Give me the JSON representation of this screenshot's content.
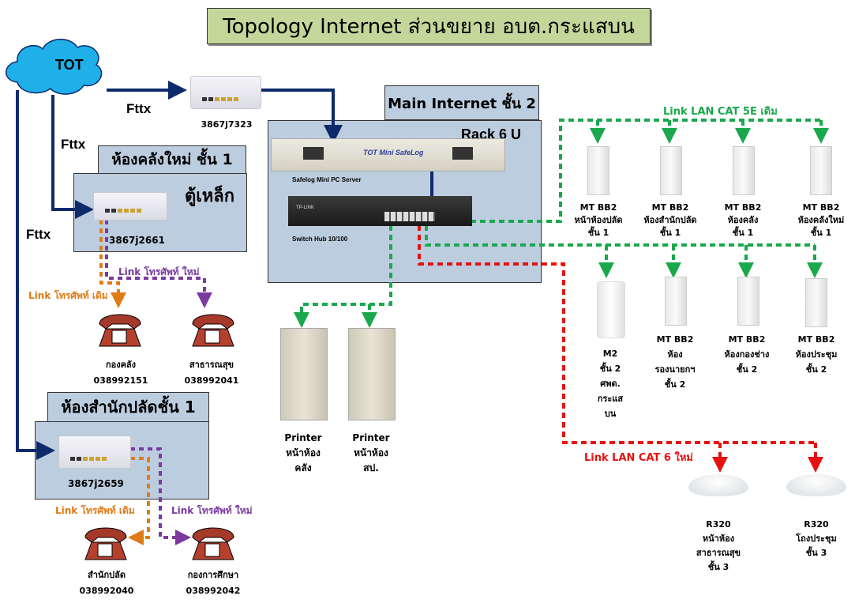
{
  "title": "Topology Internet ส่วนขยาย อบต.กระแสบน",
  "colors": {
    "title_bg": "#c4d79b",
    "zone_bg": "#bdcde0",
    "fiber_line": "#0d2a6b",
    "cat5e_line": "#1aa84c",
    "cat6_line": "#e81010",
    "phone_old": "#e07b16",
    "phone_new": "#7a3aa0",
    "cloud": "#1fb0ea"
  },
  "cloud": {
    "label": "TOT"
  },
  "fiber_labels": [
    "Fttx",
    "Fttx",
    "Fttx"
  ],
  "ont_main": {
    "label": "3867j7323"
  },
  "zone_main": {
    "header": "Main Internet ชั้น 2",
    "rack": "Rack 6 U",
    "server_label": "Safelog Mini PC Server",
    "server_brand": "TOT Mini SafeLog",
    "switch_label": "Switch Hub 10/100",
    "switch_brand": "TP-LINK"
  },
  "zone_store": {
    "header": "ห้องคลังใหม่ ชั้น 1",
    "cabinet": "ตู้เหล็ก",
    "ont_label": "3867j2661"
  },
  "zone_office": {
    "header": "ห้องสำนักปลัดชั้น 1",
    "ont_label": "3867j2659"
  },
  "phone_links": {
    "old": "Link โทรศัพท์ เดิม",
    "new": "Link โทรศัพท์ ใหม่"
  },
  "phones": [
    {
      "name": "กองคลัง",
      "number": "038992151"
    },
    {
      "name": "สาธารณสุข",
      "number": "038992041"
    },
    {
      "name": "สำนักปลัด",
      "number": "038992040"
    },
    {
      "name": "กองการศึกษา",
      "number": "038992042"
    }
  ],
  "printers": [
    {
      "line1": "Printer",
      "line2": "หน้าห้อง",
      "line3": "คลัง"
    },
    {
      "line1": "Printer",
      "line2": "หน้าห้อง",
      "line3": "สป."
    }
  ],
  "cat5e_label": "Link LAN CAT 5E เดิม",
  "cat6_label": "Link LAN CAT 6 ใหม่",
  "ap_row1": [
    {
      "model": "MT BB2",
      "room": "หน้าห้องปลัด",
      "floor": "ชั้น 1"
    },
    {
      "model": "MT BB2",
      "room": "ห้องสำนักปลัด",
      "floor": "ชั้น 1"
    },
    {
      "model": "MT BB2",
      "room": "ห้องคลัง",
      "floor": "ชั้น 1"
    },
    {
      "model": "MT BB2",
      "room": "ห้องคลังใหม่",
      "floor": "ชั้น 1"
    }
  ],
  "ap_row2": [
    {
      "model": "M2",
      "lines": [
        "ชั้น 2",
        "ศพด.",
        "กระแส",
        "บน"
      ]
    },
    {
      "model": "MT BB2",
      "lines": [
        "ห้อง",
        "รองนายกฯ",
        "ชั้น 2"
      ]
    },
    {
      "model": "MT BB2",
      "lines": [
        "ห้องกองช่าง",
        "ชั้น 2"
      ]
    },
    {
      "model": "MT BB2",
      "lines": [
        "ห้องประชุม",
        "ชั้น 2"
      ]
    }
  ],
  "ap_row3": [
    {
      "model": "R320",
      "lines": [
        "หน้าห้อง",
        "สาธารณสุข",
        "ชั้น 3"
      ]
    },
    {
      "model": "R320",
      "lines": [
        "โถงประชุม",
        "ชั้น 3"
      ]
    }
  ]
}
